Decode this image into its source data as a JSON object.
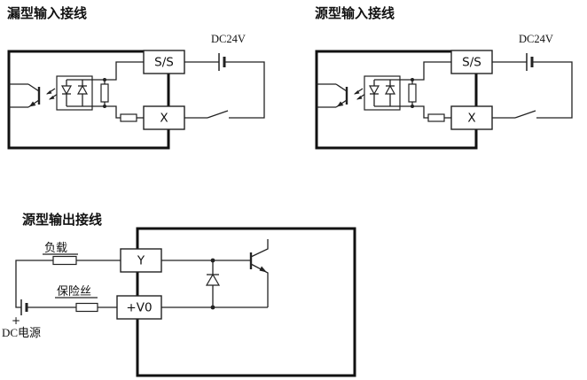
{
  "diagrams": {
    "sink_input": {
      "title": "漏型输入接线",
      "terminals": {
        "ss": "S/S",
        "x": "X"
      },
      "power_label": "DC24V"
    },
    "source_input": {
      "title": "源型输入接线",
      "terminals": {
        "ss": "S/S",
        "x": "X"
      },
      "power_label": "DC24V"
    },
    "source_output": {
      "title": "源型输出接线",
      "terminals": {
        "y": "Y",
        "v0": "+V0"
      },
      "load_label": "负载",
      "fuse_label": "保险丝",
      "power_label": "DC电源",
      "plus_label": "+"
    }
  },
  "colors": {
    "line": "#222222",
    "background": "#ffffff"
  }
}
